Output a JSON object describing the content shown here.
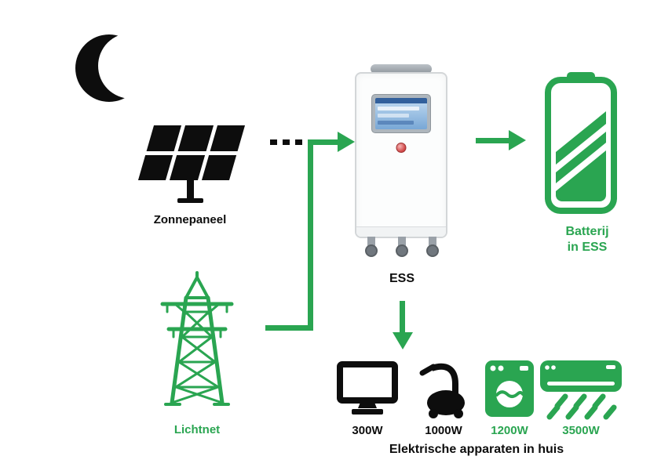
{
  "colors": {
    "green": "#2aa551",
    "black": "#0d0d0d"
  },
  "icons": {
    "moon": "moon-icon",
    "solar": "solar-panel-icon",
    "grid": "power-pylon-icon",
    "battery": "battery-icon",
    "tv": "tv-icon",
    "vacuum": "vacuum-cleaner-icon",
    "washer": "washing-machine-icon",
    "airco": "air-conditioner-icon"
  },
  "solar": {
    "label": "Zonnepaneel"
  },
  "grid": {
    "label": "Lichtnet"
  },
  "ess": {
    "label": "ESS"
  },
  "battery": {
    "label_line1": "Batterij",
    "label_line2": "in ESS"
  },
  "appliances": {
    "caption": "Elektrische apparaten in huis",
    "items": [
      {
        "name": "tv",
        "label": "300W"
      },
      {
        "name": "vacuum",
        "label": "1000W"
      },
      {
        "name": "washing-machine",
        "label": "1200W"
      },
      {
        "name": "air-conditioner",
        "label": "3500W"
      }
    ]
  }
}
